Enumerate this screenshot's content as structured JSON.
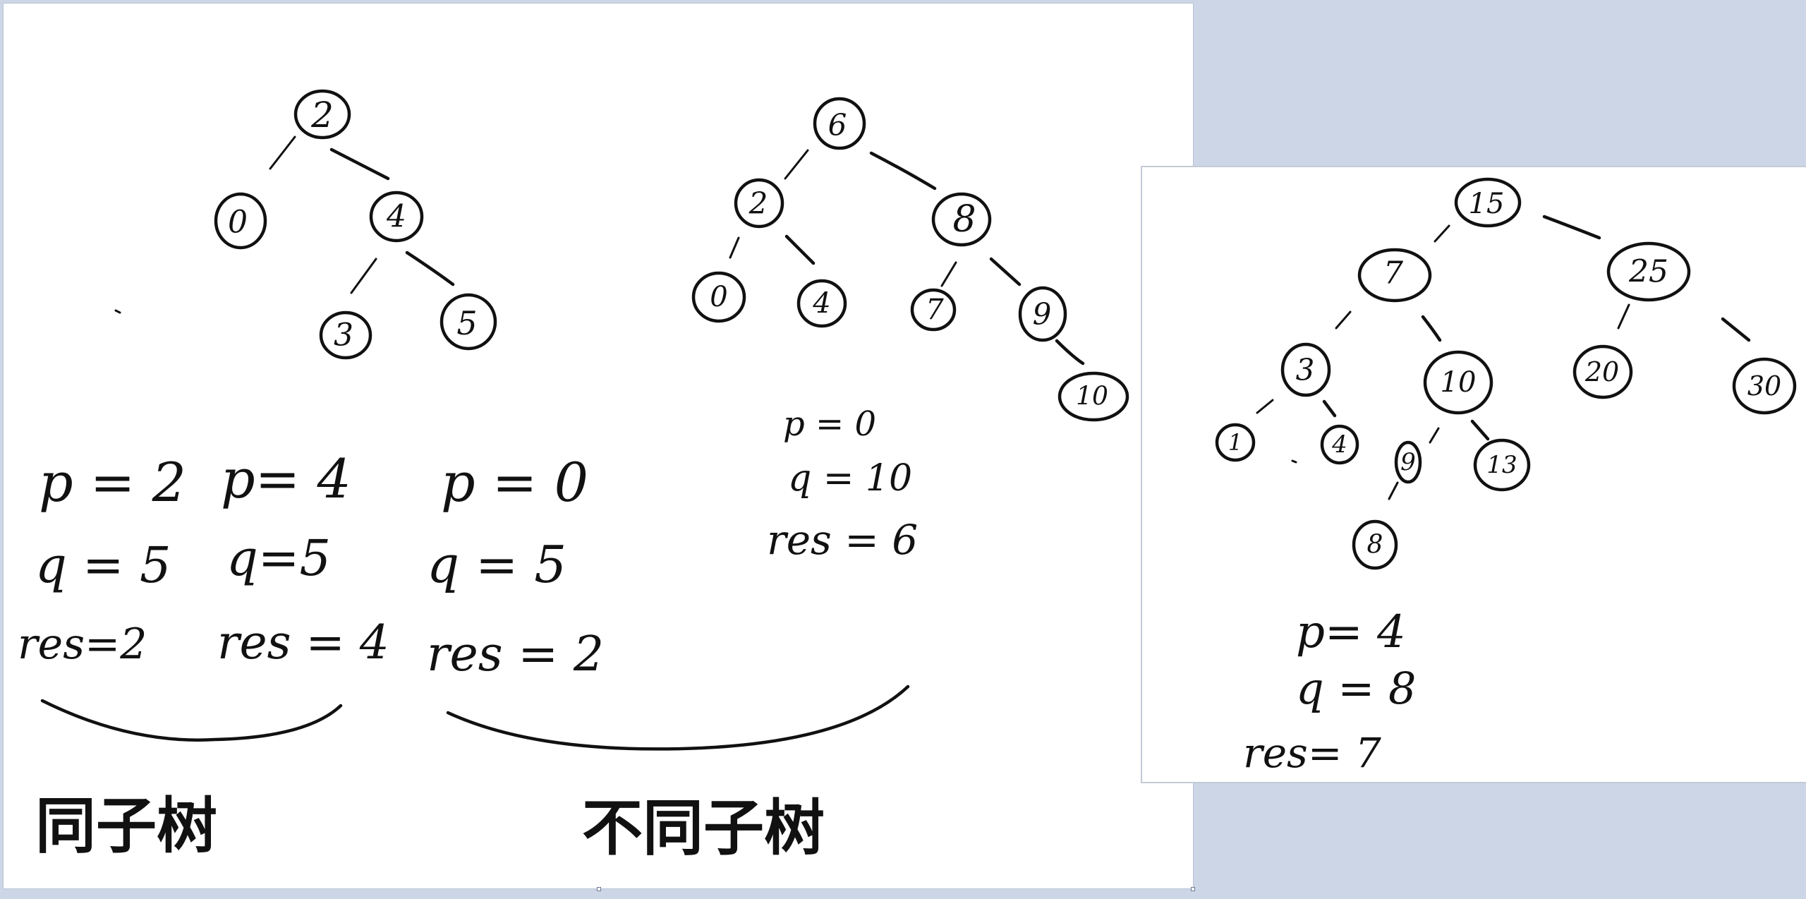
{
  "tree1": {
    "nodes": [
      "2",
      "0",
      "4",
      "3",
      "5"
    ]
  },
  "tree2": {
    "nodes": [
      "6",
      "2",
      "8",
      "0",
      "4",
      "7",
      "9",
      "10"
    ]
  },
  "tree3": {
    "nodes": [
      "15",
      "7",
      "25",
      "3",
      "10",
      "20",
      "30",
      "1",
      "4",
      "9",
      "13",
      "8"
    ]
  },
  "examples": {
    "ex1": {
      "p": "p = 2",
      "q": "q =  5",
      "res": "res=2"
    },
    "ex2": {
      "p": "p= 4",
      "q": "q=5",
      "res": "res = 4"
    },
    "ex3": {
      "p": "p = 0",
      "q": "q =  5",
      "res": "res = 2"
    },
    "ex4": {
      "p": "p = 0",
      "q": "q = 10",
      "res": "res = 6"
    },
    "ex5": {
      "p": "p= 4",
      "q": "q =  8",
      "res": "res= 7"
    }
  },
  "captions": {
    "same_subtree": "同子树",
    "different_subtree": "不同子树"
  }
}
